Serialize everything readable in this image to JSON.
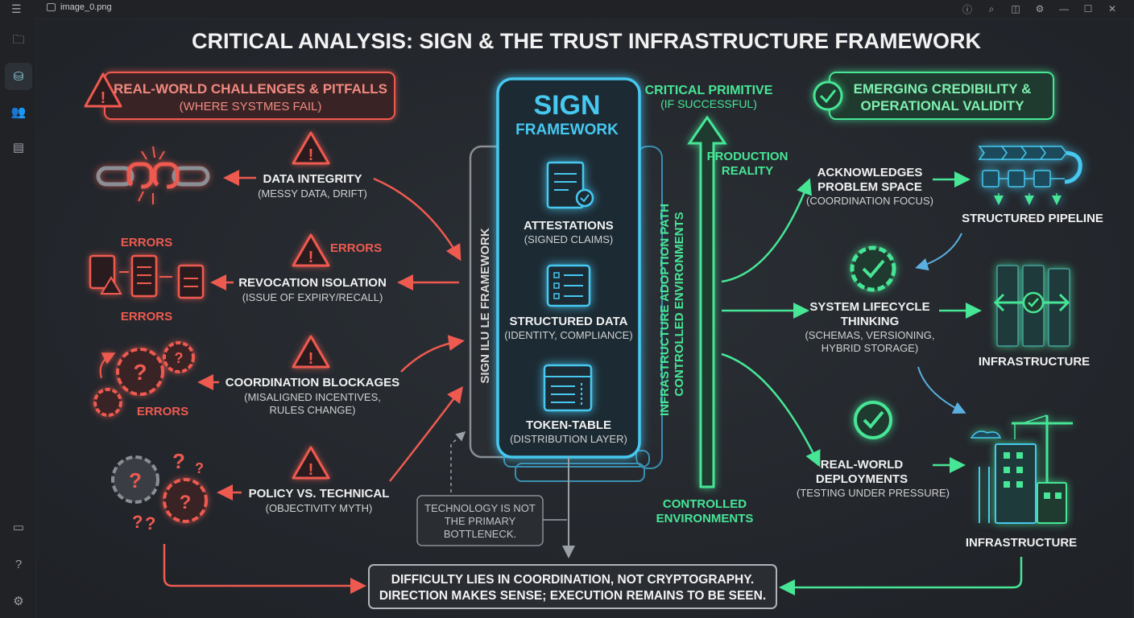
{
  "window": {
    "file_name": "image_0.png"
  },
  "poster": {
    "title": "CRITICAL ANALYSIS: SIGN & THE TRUST INFRASTRUCTURE FRAMEWORK",
    "left_header": {
      "line1": "REAL-WORLD CHALLENGES & PITFALLS",
      "line2": "(WHERE SYSTMES FAIL)"
    },
    "challenges": [
      {
        "title": "DATA INTEGRITY",
        "sub1": "(MESSY DATA, DRIFT)",
        "sub2": ""
      },
      {
        "title": "REVOCATION ISOLATION",
        "sub1": "(ISSUE OF EXPIRY/RECALL)",
        "sub2": ""
      },
      {
        "title": "COORDINATION BLOCKAGES",
        "sub1": "(MISALIGNED INCENTIVES,",
        "sub2": "RULES CHANGE)"
      },
      {
        "title": "POLICY VS. TECHNICAL",
        "sub1": "(OBJECTIVITY MYTH)",
        "sub2": ""
      }
    ],
    "errors_label": "ERRORS",
    "sign": {
      "line1": "SIGN",
      "line2": "FRAMEWORK"
    },
    "side_label": "SIGN ILU LE FRAMEWORK",
    "components": [
      {
        "title": "ATTESTATIONS",
        "sub": "(SIGNED CLAIMS)"
      },
      {
        "title": "STRUCTURED DATA",
        "sub": "(IDENTITY, COMPLIANCE)"
      },
      {
        "title": "TOKEN-TABLE",
        "sub": "(DISTRIBUTION LAYER)"
      }
    ],
    "path": {
      "vertical1": "INFRASTRUCTURE ADOPTION PATH",
      "vertical2": "CONTROLLED ENVIRONMENTS",
      "primitive1": "CRITICAL PRIMITIVE",
      "primitive2": "(IF SUCCESSFUL)",
      "production1": "PRODUCTION",
      "production2": "REALITY",
      "controlled1": "CONTROLLED",
      "controlled2": "ENVIRONMENTS"
    },
    "right_header": {
      "line1": "EMERGING CREDIBILITY &",
      "line2": "OPERATIONAL VALIDITY"
    },
    "credibility": [
      {
        "l1": "ACKNOWLEDGES",
        "l2": "PROBLEM SPACE",
        "s1": "(COORDINATION FOCUS)",
        "s2": ""
      },
      {
        "l1": "SYSTEM LIFECYCLE",
        "l2": "THINKING",
        "s1": "(SCHEMAS, VERSIONING,",
        "s2": "HYBRID STORAGE)"
      },
      {
        "l1": "REAL-WORLD",
        "l2": "DEPLOYMENTS",
        "s1": "(TESTING UNDER PRESSURE)",
        "s2": ""
      }
    ],
    "outcomes": {
      "pipeline": "STRUCTURED PIPELINE",
      "infra1": "INFRASTRUCTURE",
      "infra2": "INFRASTRUCTURE"
    },
    "note": {
      "l1": "TECHNOLOGY IS NOT",
      "l2": "THE PRIMARY",
      "l3": "BOTTLENECK."
    },
    "conclusion": {
      "line1": "DIFFICULTY LIES IN COORDINATION, NOT CRYPTOGRAPHY.",
      "line2": "DIRECTION MAKES SENSE; EXECUTION REMAINS TO BE SEEN."
    }
  },
  "colors": {
    "red": "#ef5a50",
    "cyan": "#46c8f0",
    "green": "#46e696",
    "bg": "#23262b"
  }
}
